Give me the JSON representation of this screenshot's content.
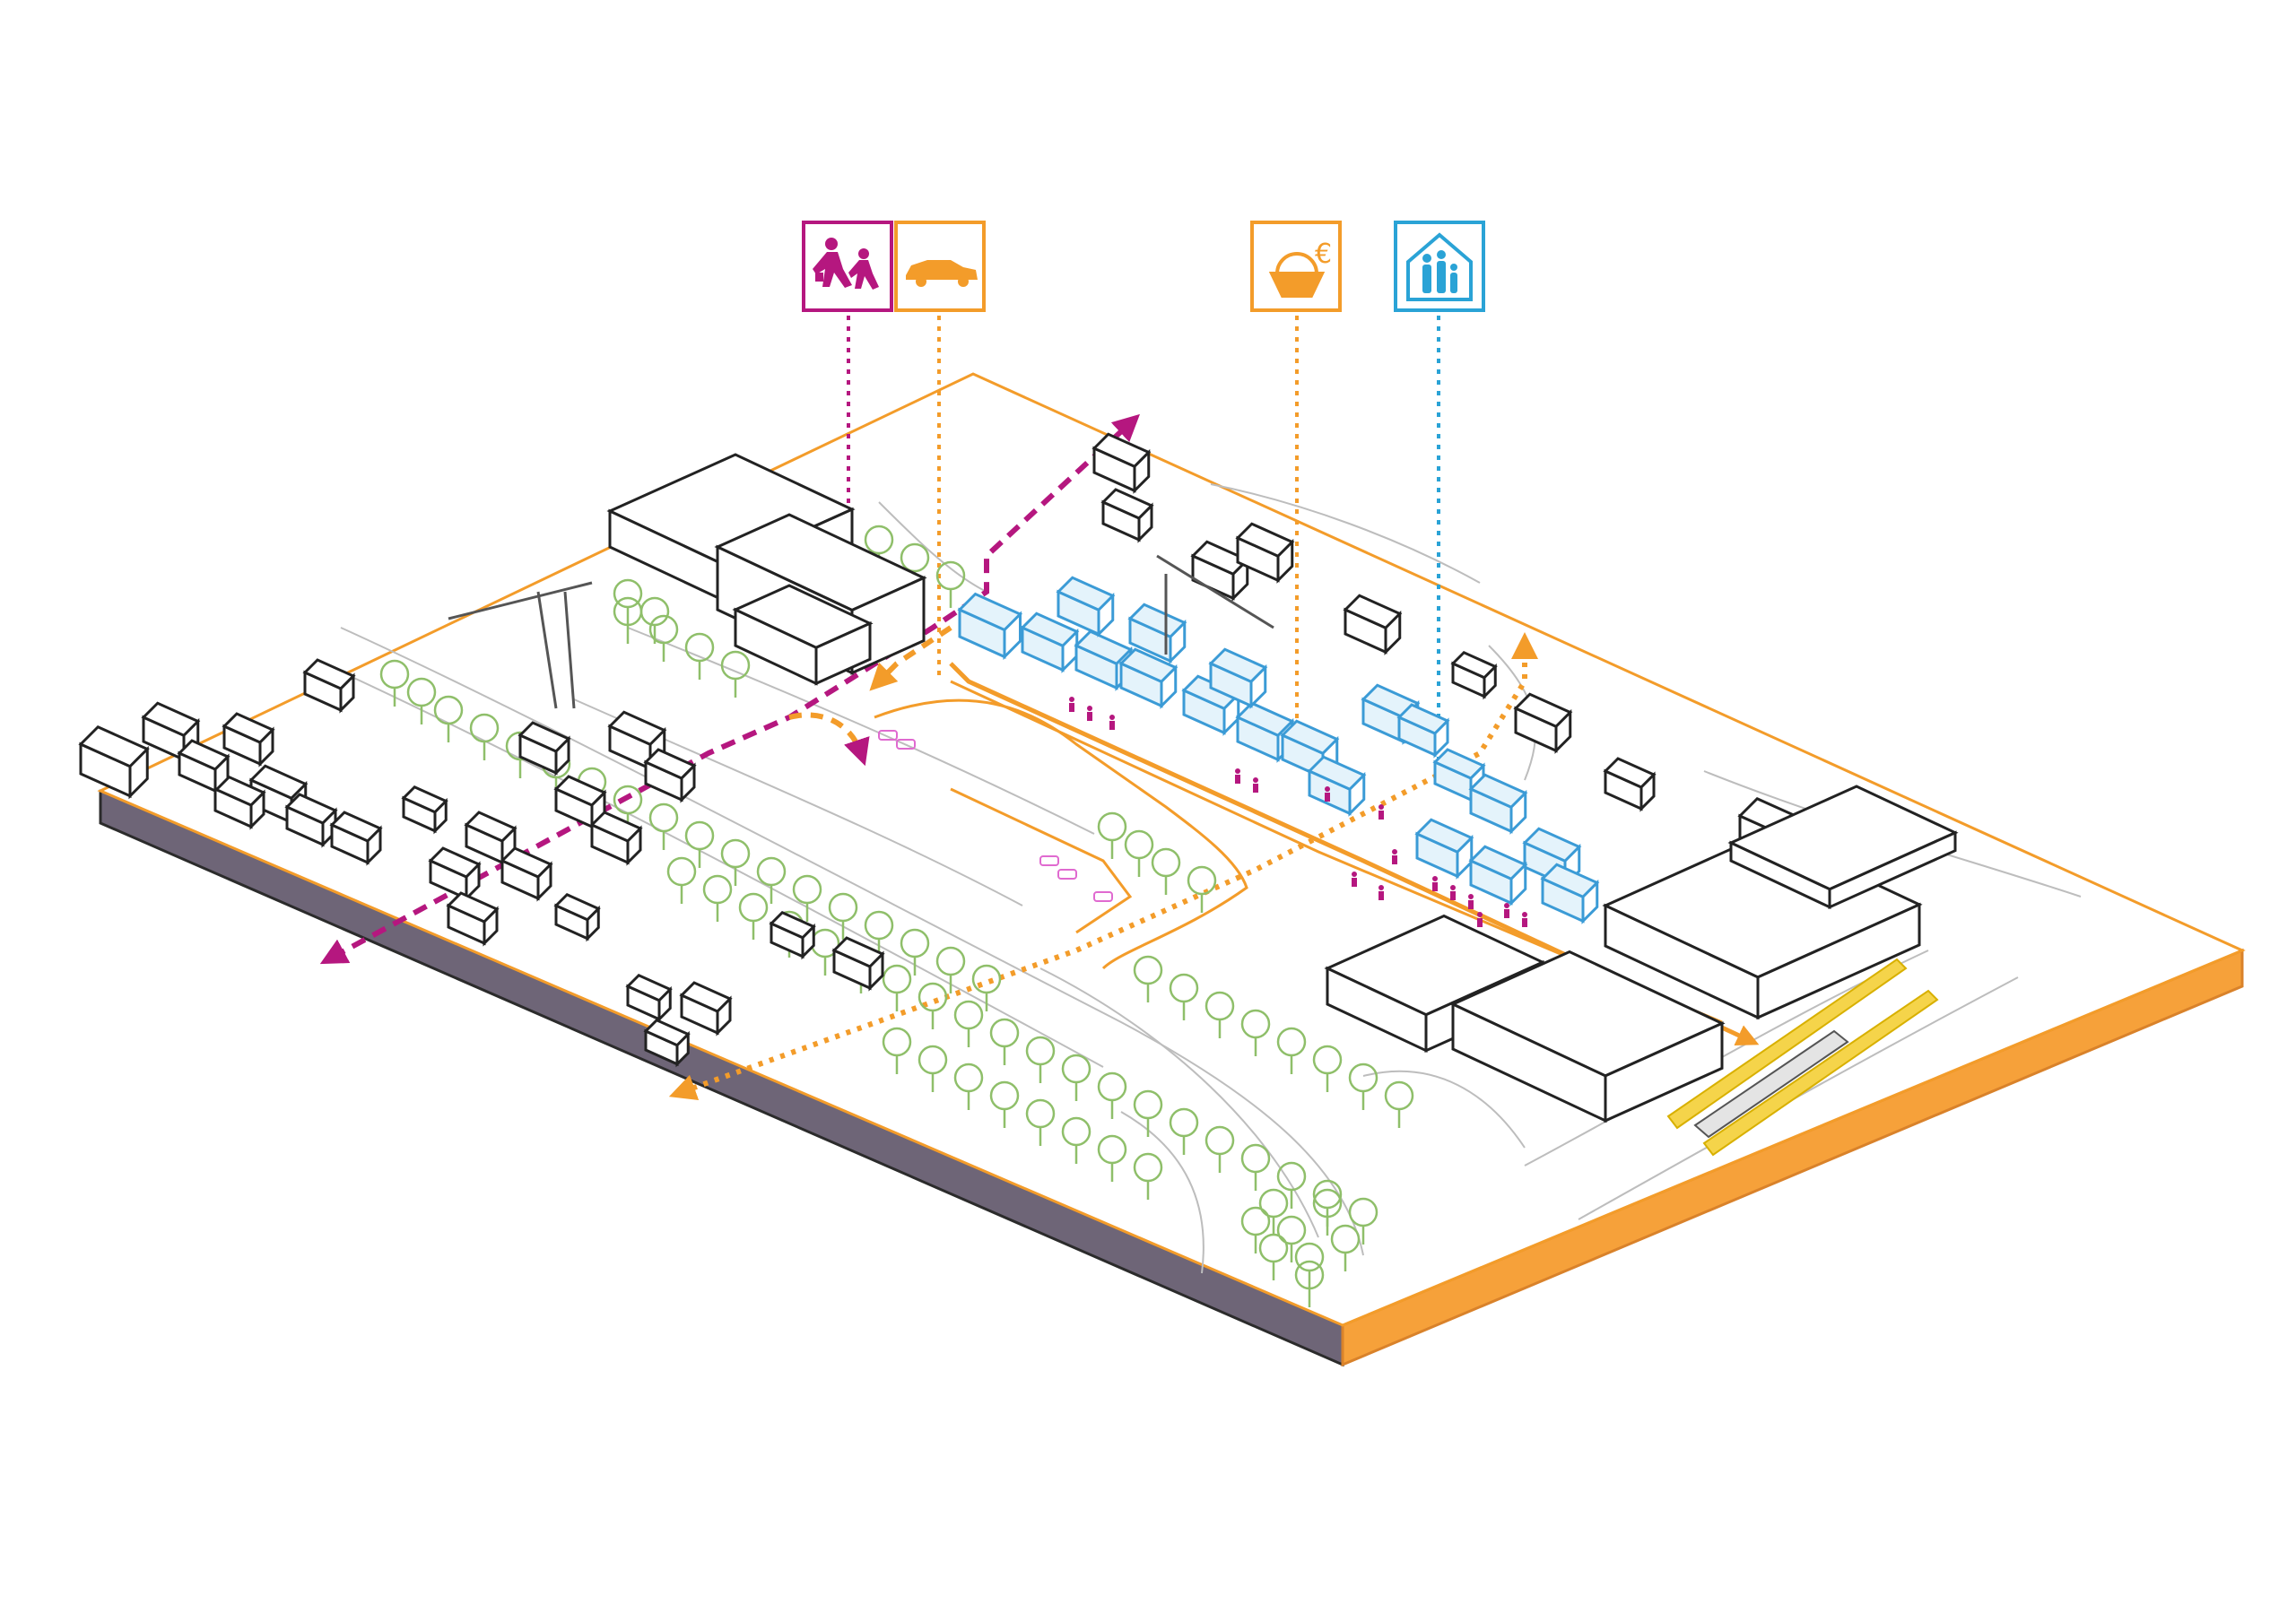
{
  "colors": {
    "walk": "#b5177f",
    "car": "#f39c2a",
    "shop": "#f39c2a",
    "housing": "#2aa3d6",
    "tree": "#8fbf6a",
    "edge": "#6e6577",
    "building": "#222222",
    "new_building": "#3b9bd6",
    "ground_line": "#bdbdbd"
  },
  "legend": [
    {
      "id": "pedestrians",
      "icon": "pedestrians-icon",
      "color": "#b5177f"
    },
    {
      "id": "car",
      "icon": "car-icon",
      "color": "#f39c2a"
    },
    {
      "id": "shop",
      "icon": "basket-euro-icon",
      "color": "#f39c2a",
      "symbol": "€"
    },
    {
      "id": "housing",
      "icon": "house-family-icon",
      "color": "#2aa3d6"
    }
  ]
}
